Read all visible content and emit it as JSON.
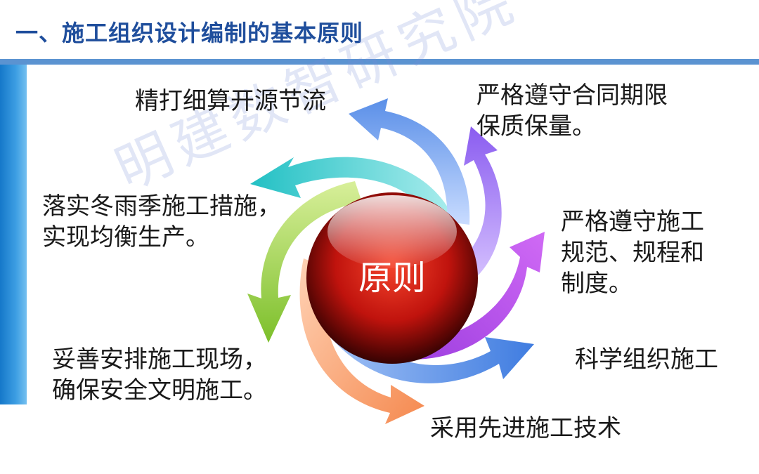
{
  "title": "一、施工组织设计编制的基本原则",
  "center_label": "原则",
  "watermark": "明建数智研究院",
  "labels": {
    "top_left": "精打细算开源节流",
    "top_right_1": "严格遵守合同期限",
    "top_right_2": "保质保量。",
    "mid_left_1": "落实冬雨季施工措施，",
    "mid_left_2": "实现均衡生产。",
    "mid_right_1": "严格遵守施工",
    "mid_right_2": "规范、规程和",
    "mid_right_3": "制度。",
    "bottom_left_1": "妥善安排施工现场，",
    "bottom_left_2": "确保安全文明施工。",
    "bottom_right": "科学组织施工",
    "bottom": "采用先进施工技术"
  },
  "colors": {
    "title": "#1f4e9c",
    "bar": "#5b93d1",
    "arrow_blue_top": "#5a8fe8",
    "arrow_purple": "#9b6cf0",
    "arrow_violet": "#c05bf0",
    "arrow_blue_right": "#4a84e4",
    "arrow_orange": "#f59a6a",
    "arrow_green": "#8cc63f",
    "arrow_teal": "#30c6c8",
    "sphere": "#c0130d"
  }
}
